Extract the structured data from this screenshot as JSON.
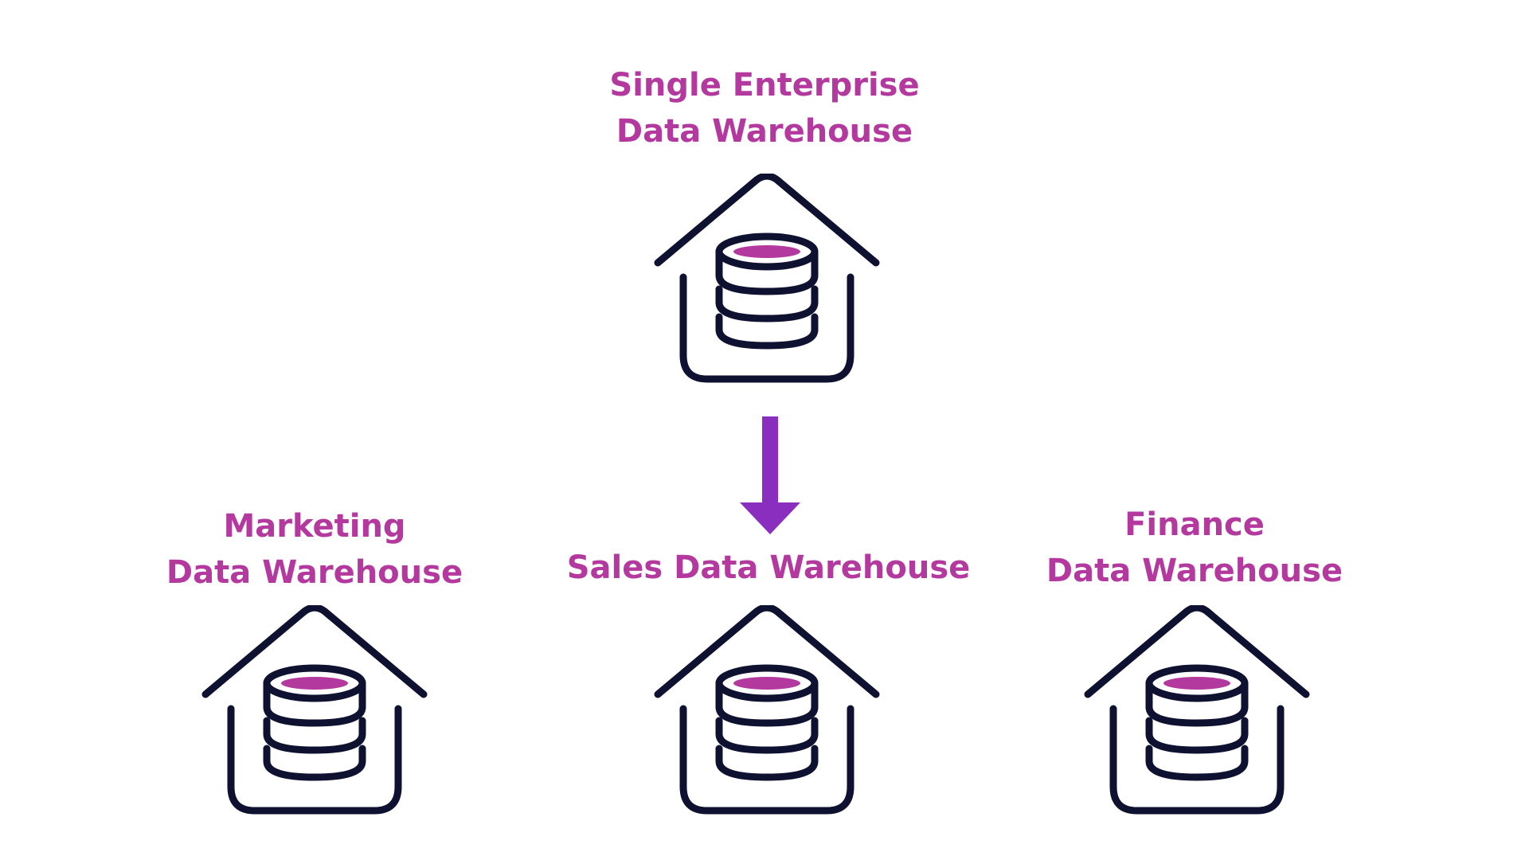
{
  "colors": {
    "label": "#b3399e",
    "outline": "#0f1130",
    "db_top": "#b3399e",
    "arrow": "#8a2ec0"
  },
  "enterprise": {
    "line1": "Single Enterprise",
    "line2": "Data Warehouse",
    "icon": "data-warehouse-icon"
  },
  "marketing": {
    "line1": "Marketing",
    "line2": "Data Warehouse",
    "icon": "data-warehouse-icon"
  },
  "sales": {
    "line1": "Sales Data Warehouse",
    "icon": "data-warehouse-icon"
  },
  "finance": {
    "line1": "Finance",
    "line2": "Data Warehouse",
    "icon": "data-warehouse-icon"
  },
  "arrow": {
    "icon": "arrow-down-icon"
  }
}
